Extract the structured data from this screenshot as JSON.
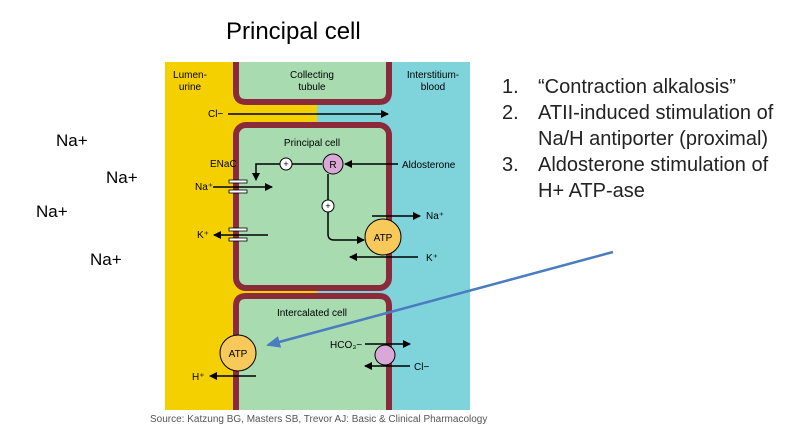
{
  "slide_title": "Principal cell",
  "na_labels": [
    "Na+",
    "Na+",
    "Na+",
    "Na+"
  ],
  "list_items": [
    {
      "num": "1.",
      "text": "“Contraction alkalosis”"
    },
    {
      "num": "2.",
      "text": "ATII-induced stimulation of Na/H antiporter (proximal)"
    },
    {
      "num": "3.",
      "text": "Aldosterone stimulation of H+ ATP-ase"
    }
  ],
  "diagram": {
    "lumen_label": [
      "Lumen-",
      "urine"
    ],
    "interstitium_label": [
      "Interstitium-",
      "blood"
    ],
    "tubule_label": [
      "Collecting",
      "tubule"
    ],
    "cl_top": "Cl−",
    "principal_label": "Principal cell",
    "enac": "ENaC",
    "na_in": "Na⁺",
    "k_out": "K⁺",
    "receptor": "R",
    "aldosterone": "Aldosterone",
    "plus": "+",
    "atp": "ATP",
    "na_right": "Na⁺",
    "k_right": "K⁺",
    "intercalated_label": "Intercalated cell",
    "hco3": "HCO₃−",
    "cl_bottom": "Cl−",
    "h_plus": "H⁺"
  },
  "source_text": "Source: Katzung BG, Masters SB, Trevor AJ: Basic & Clinical Pharmacology",
  "colors": {
    "lumen": "#f5d000",
    "interstitium": "#7fd4dc",
    "cell_fill": "#a8dcb0",
    "cell_border": "#8b2a3a",
    "atp_fill": "#f7c85a",
    "receptor_fill": "#d9a8d6",
    "pointer_arrow": "#4a7cc0"
  }
}
